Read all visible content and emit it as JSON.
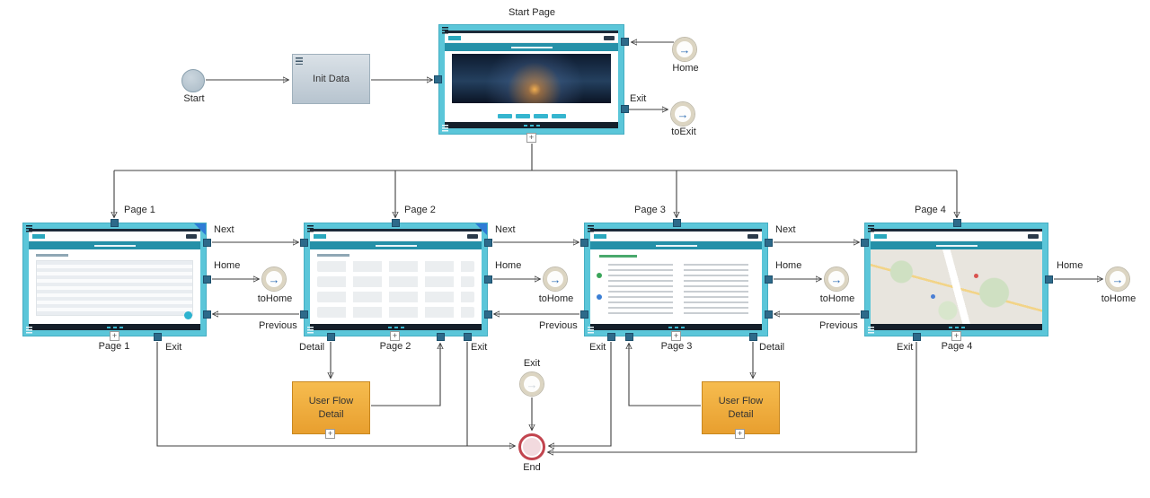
{
  "ui": {
    "expander": "+"
  },
  "icons": {
    "transitionArrow": "→"
  },
  "colors": {
    "frame": "#5bc6d9",
    "connectorSquare": "#2d6a8a",
    "detailBox": "#f0ad3e",
    "initBox": "#c4d0d9",
    "wire": "#3f3f3f",
    "endRing": "#c2454f",
    "transitionArrowBlue": "#2e6db4"
  },
  "nodes": {
    "start": "Start",
    "init": "Init Data",
    "startPage": "Start Page",
    "page1": "Page 1",
    "page2": "Page 2",
    "page3": "Page 3",
    "page4": "Page 4",
    "detailLeftLine1": "User Flow",
    "detailLeftLine2": "Detail",
    "detailRightLine1": "User Flow",
    "detailRightLine2": "Detail",
    "exitNode": "Exit",
    "end": "End"
  },
  "labels": {
    "homeTop": "Home",
    "exitTop": "Exit",
    "toExit": "toExit",
    "next1": "Next",
    "next2": "Next",
    "next3": "Next",
    "home1": "Home",
    "home2": "Home",
    "home3": "Home",
    "home4": "Home",
    "toHome1": "toHome",
    "toHome2": "toHome",
    "toHome3": "toHome",
    "toHome4": "toHome",
    "prev1": "Previous",
    "prev2": "Previous",
    "prev3": "Previous",
    "exit1": "Exit",
    "exit2": "Exit",
    "exit3": "Exit",
    "exit4": "Exit",
    "detail2": "Detail",
    "detail3": "Detail"
  }
}
